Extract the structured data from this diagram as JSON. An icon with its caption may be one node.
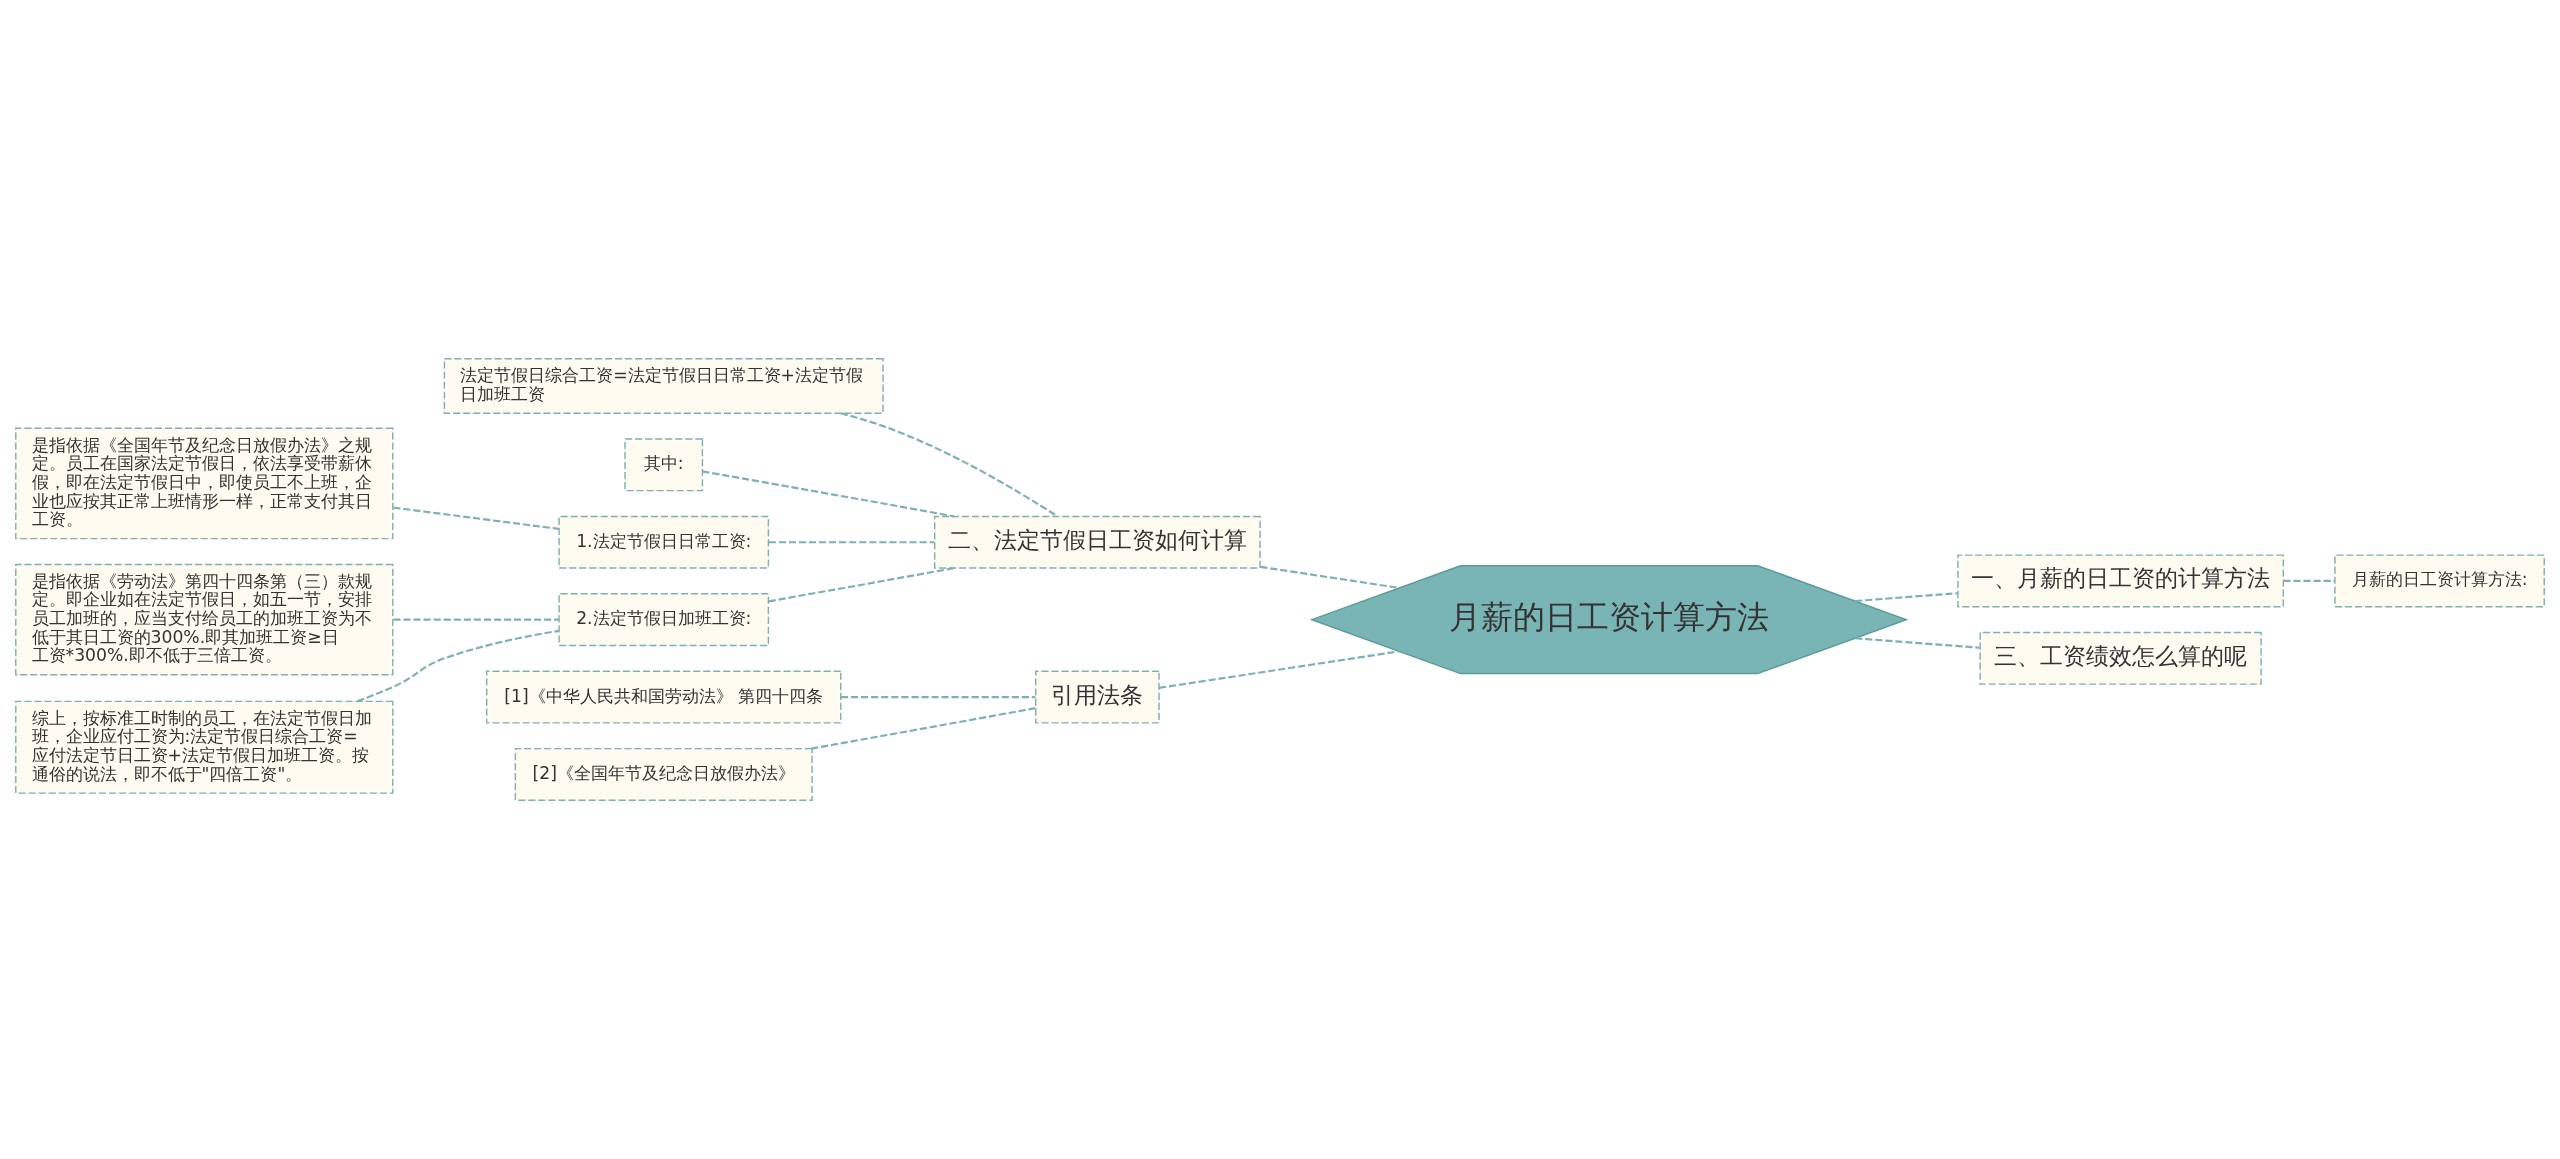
{
  "diagram": {
    "nodes": [
      {
        "text": [
          "月薪的日工资计算方法"
        ]
      },
      {
        "text": [
          "一、月薪的日工资的计算方法"
        ]
      },
      {
        "text": [
          "月薪的日工资计算方法:"
        ]
      },
      {
        "text": [
          "三、工资绩效怎么算的呢"
        ]
      },
      {
        "text": [
          "二、法定节假日工资如何计算"
        ]
      },
      {
        "text": [
          "法定节假日综合工资=法定节假日日常工资+法定节假日加班工资"
        ]
      },
      {
        "text": [
          "其中:"
        ]
      },
      {
        "text": [
          "1.法定节假日日常工资:"
        ]
      },
      {
        "text": [
          "是指依据《全国年节及纪念日放假办法》之规定。员工在国家法定节假日，依法享受带薪休假，即在法定节假日中，即使员工不上班，企业也应按其正常上班情形一样，正常支付其日工资。"
        ]
      },
      {
        "text": [
          "2.法定节假日加班工资:"
        ]
      },
      {
        "text": [
          "是指依据《劳动法》第四十四条第（三）款规定。即企业如在法定节假日，如五一节，安排员工加班的，应当支付给员工的加班工资为不低于其日工资的300%.即其加班工资≥日工资*300%.即不低于三倍工资。"
        ]
      },
      {
        "text": [
          "综上，按标准工时制的员工，在法定节假日加班，企业应付工资为:法定节假日综合工资=应付法定节日工资+法定节假日加班工资。按通俗的说法，即不低于\"四倍工资\"。"
        ]
      },
      {
        "text": [
          "引用法条"
        ]
      },
      {
        "text": [
          "[1]《中华人民共和国劳动法》 第四十四条"
        ]
      },
      {
        "text": [
          "[2]《全国年节及纪念日放假办法》"
        ]
      }
    ],
    "edges": [
      {
        "from": 0,
        "to": 1,
        "arrow": "none"
      },
      {
        "from": 1,
        "to": 2,
        "arrow": "none"
      },
      {
        "from": 0,
        "to": 3,
        "arrow": "none"
      },
      {
        "from": 0,
        "to": 4,
        "arrow": "none"
      },
      {
        "from": 4,
        "to": 5,
        "arrow": "none"
      },
      {
        "from": 4,
        "to": 6,
        "arrow": "none"
      },
      {
        "from": 4,
        "to": 7,
        "arrow": "none"
      },
      {
        "from": 7,
        "to": 8,
        "arrow": "none"
      },
      {
        "from": 4,
        "to": 9,
        "arrow": "none"
      },
      {
        "from": 9,
        "to": 10,
        "arrow": "none"
      },
      {
        "from": 9,
        "to": 11,
        "arrow": "none"
      },
      {
        "from": 0,
        "to": 12,
        "arrow": "none"
      },
      {
        "from": 12,
        "to": 13,
        "arrow": "none"
      },
      {
        "from": 12,
        "to": 14,
        "arrow": "none"
      }
    ]
  }
}
